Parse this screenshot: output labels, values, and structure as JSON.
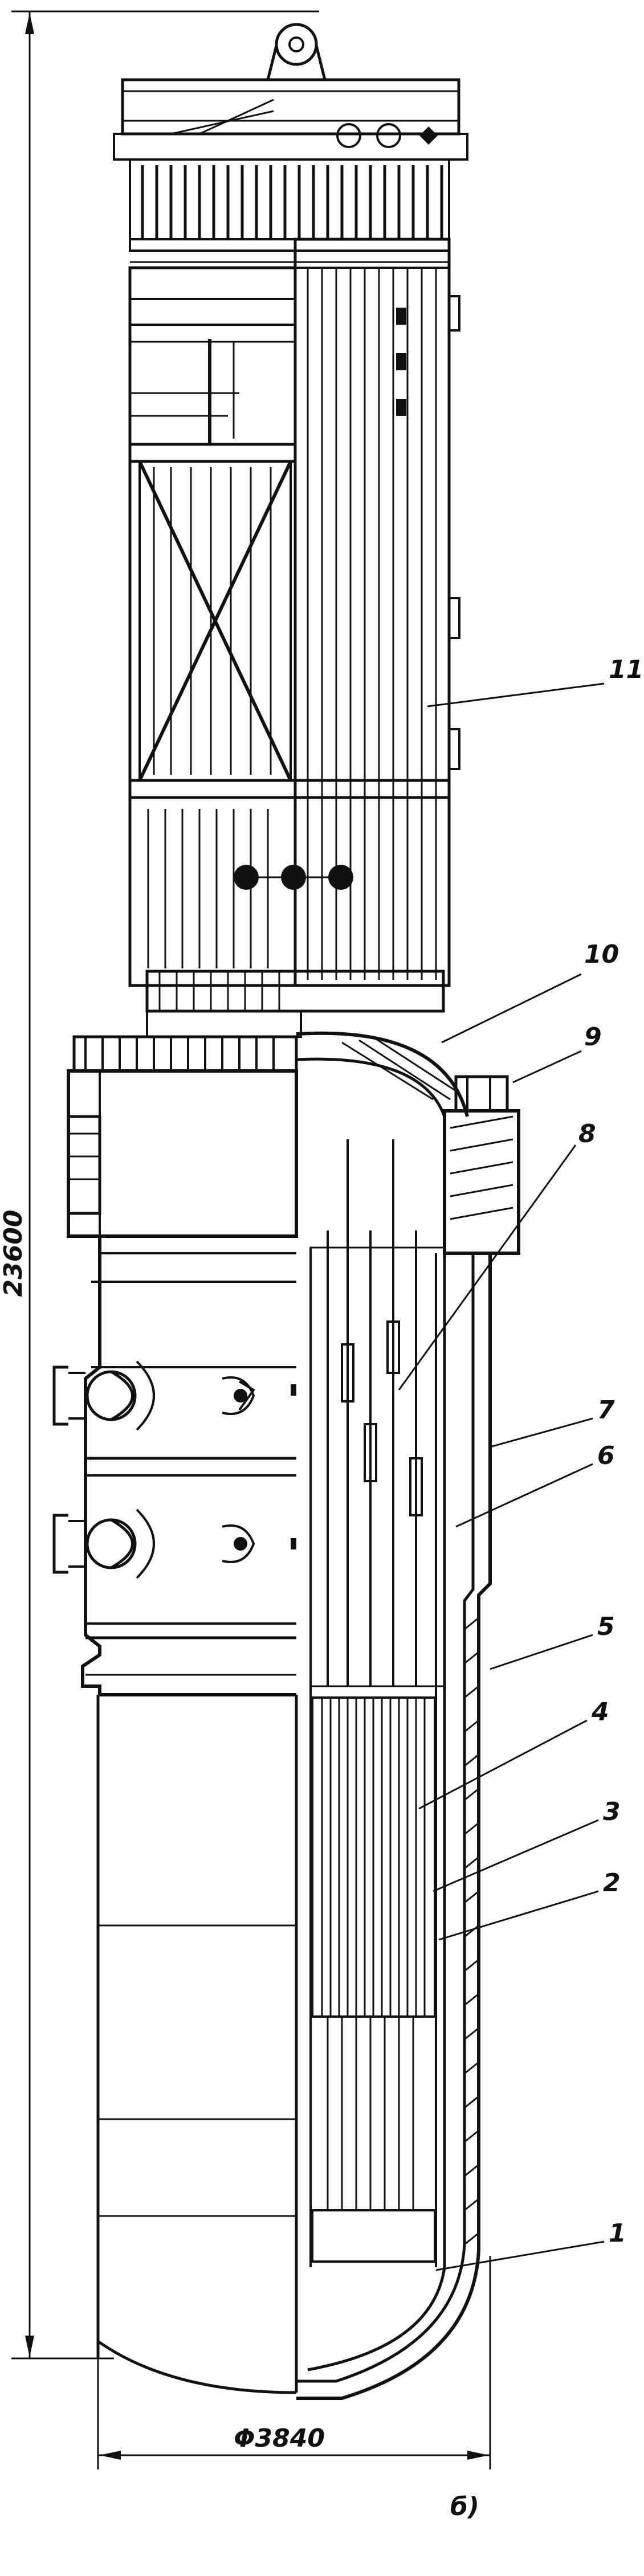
{
  "figure": {
    "height_dimension": "23600",
    "diameter_dimension": "Φ3840",
    "view_label": "б)"
  },
  "callouts": [
    {
      "id": "callout-1",
      "label": "1"
    },
    {
      "id": "callout-2",
      "label": "2"
    },
    {
      "id": "callout-3",
      "label": "3"
    },
    {
      "id": "callout-4",
      "label": "4"
    },
    {
      "id": "callout-5",
      "label": "5"
    },
    {
      "id": "callout-6",
      "label": "6"
    },
    {
      "id": "callout-7",
      "label": "7"
    },
    {
      "id": "callout-8",
      "label": "8"
    },
    {
      "id": "callout-9",
      "label": "9"
    },
    {
      "id": "callout-10",
      "label": "10"
    },
    {
      "id": "callout-11",
      "label": "11"
    }
  ]
}
